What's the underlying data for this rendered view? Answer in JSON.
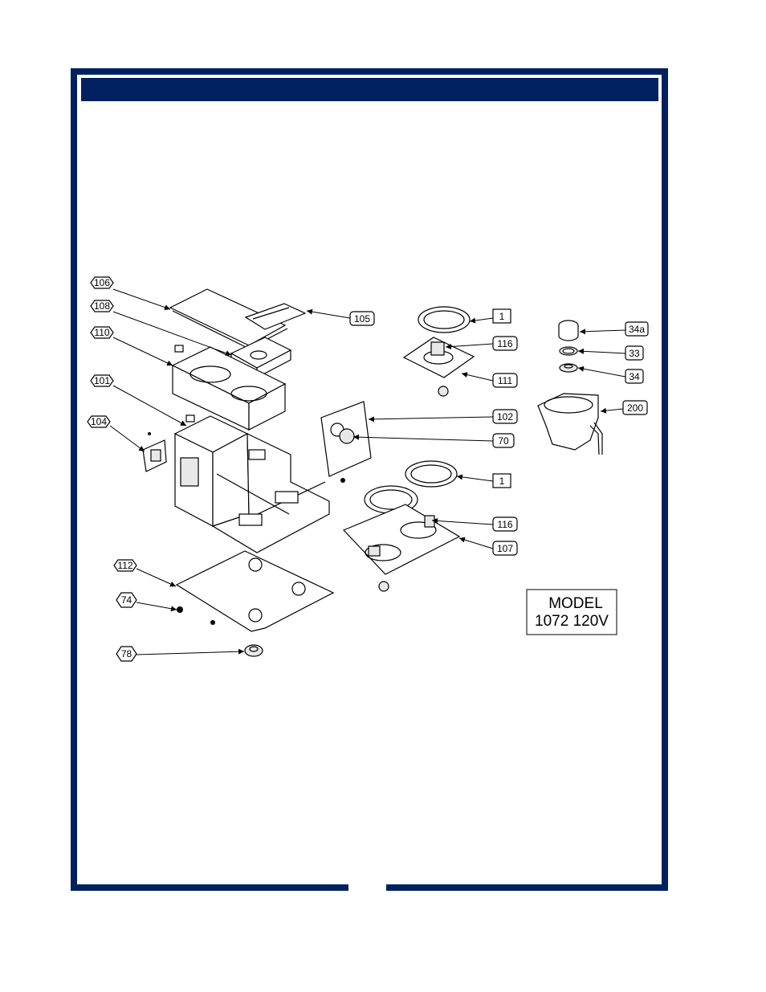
{
  "colors": {
    "frame": "#002060",
    "title_bar": "#002060"
  },
  "model_box": {
    "line1": "MODEL",
    "line2": "1072 120V"
  },
  "callouts": [
    {
      "id": "c106",
      "label": "106"
    },
    {
      "id": "c108",
      "label": "108"
    },
    {
      "id": "c110",
      "label": "110"
    },
    {
      "id": "c101",
      "label": "101"
    },
    {
      "id": "c104",
      "label": "104"
    },
    {
      "id": "c105",
      "label": "105"
    },
    {
      "id": "c1a",
      "label": "1"
    },
    {
      "id": "c116a",
      "label": "116"
    },
    {
      "id": "c111",
      "label": "111"
    },
    {
      "id": "c34a",
      "label": "34a"
    },
    {
      "id": "c33",
      "label": "33"
    },
    {
      "id": "c34",
      "label": "34"
    },
    {
      "id": "c200",
      "label": "200"
    },
    {
      "id": "c102",
      "label": "102"
    },
    {
      "id": "c70",
      "label": "70"
    },
    {
      "id": "c1b",
      "label": "1"
    },
    {
      "id": "c116b",
      "label": "116"
    },
    {
      "id": "c107",
      "label": "107"
    },
    {
      "id": "c112",
      "label": "112"
    },
    {
      "id": "c74",
      "label": "74"
    },
    {
      "id": "c78",
      "label": "78"
    }
  ]
}
